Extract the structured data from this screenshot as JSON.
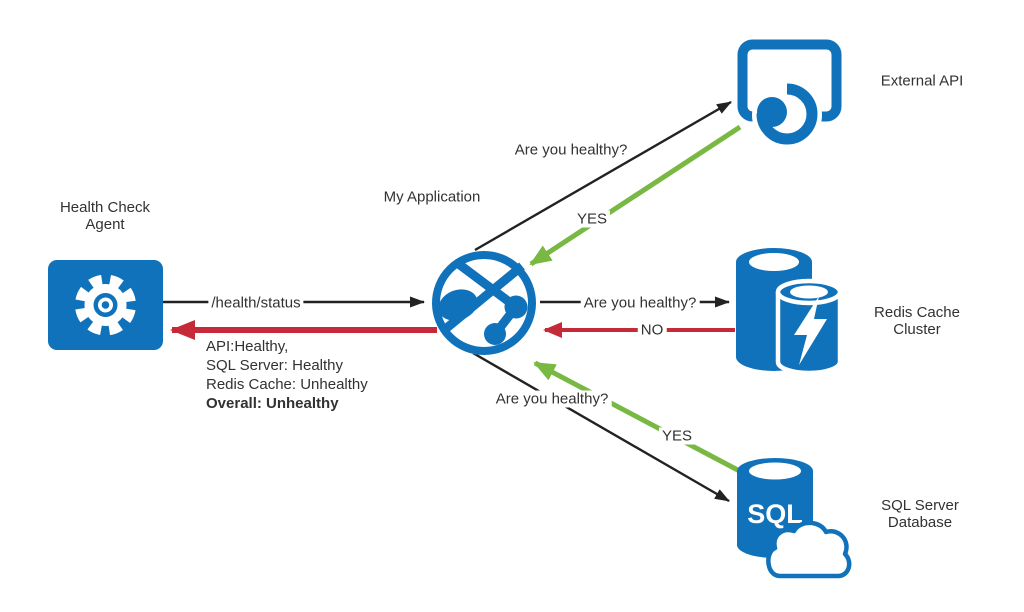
{
  "colors": {
    "azure_blue": "#1072bb",
    "arrow_green": "#79b943",
    "arrow_red": "#c62a39",
    "arrow_black": "#222222",
    "text": "#323232"
  },
  "nodes": {
    "health_check_agent": {
      "label": "Health Check Agent"
    },
    "my_application": {
      "label": "My Application"
    },
    "external_api": {
      "label": "External API"
    },
    "redis_cache": {
      "label": "Redis Cache Cluster"
    },
    "sql_server": {
      "label": "SQL Server Database",
      "icon_text": "SQL"
    }
  },
  "edges": {
    "request": {
      "label": "/health/status"
    },
    "response": {
      "lines": [
        "API:Healthy,",
        "SQL Server: Healthy",
        "Redis Cache: Unhealthy"
      ],
      "overall": "Overall: Unhealthy"
    },
    "ask_api": {
      "label": "Are you healthy?"
    },
    "api_reply": {
      "label": "YES"
    },
    "ask_redis": {
      "label": "Are you healthy?"
    },
    "redis_reply": {
      "label": "NO"
    },
    "ask_sql": {
      "label": "Are you healthy?"
    },
    "sql_reply": {
      "label": "YES"
    }
  }
}
